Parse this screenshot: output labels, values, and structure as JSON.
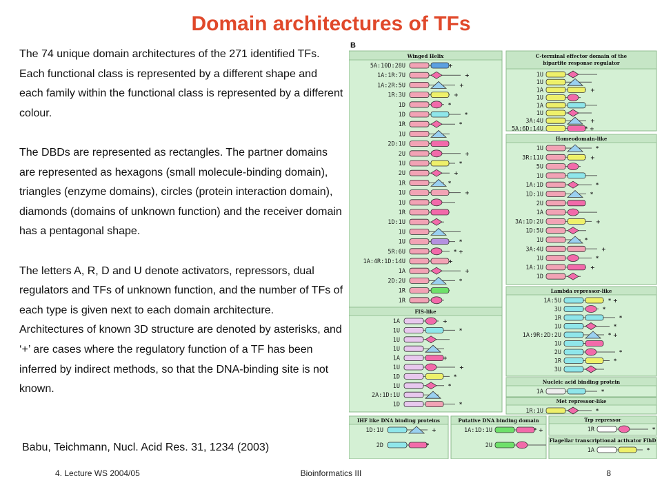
{
  "slide": {
    "title": "Domain architectures of TFs",
    "paragraphs": [
      "The 74 unique domain architectures of the 271 identified TFs. Each functional class is represented by a different shape and each family within the functional class is represented by a different colour.",
      "The DBDs are represented as rectangles. The partner domains are represented as hexagons (small molecule-binding domain), triangles (enzyme domains), circles (protein interaction domain), diamonds (domains of unknown function) and the receiver domain has a pentagonal shape.",
      "The letters A, R, D and U denote activators, repressors, dual regulators and TFs of unknown function, and the number of TFs of each type is given next to each domain architecture.",
      "Architectures of known 3D structure are denoted by asterisks, and ‘+’ are cases where the regulatory function of a TF has been inferred by indirect methods, so that the DNA-binding site is not known."
    ],
    "citation": "Babu, Teichmann, Nucl. Acid Res. 31, 1234 (2003)",
    "footer_left": "4. Lecture WS 2004/05",
    "footer_center": "Bioinformatics III",
    "page_number": "8"
  },
  "figure": {
    "panel_label": "B",
    "colors": {
      "panel_bg": "#d4f0d4",
      "header_bg": "#c6e6c6",
      "frame": "#8ab88a",
      "dbd": {
        "winged_helix": "#f2a3b5",
        "homeodomain": "#f2a3b5",
        "lambda": "#8fe6ea",
        "fis": "#e8c8ee",
        "ctd": "#eef06a",
        "nucleic": "#eeeeee",
        "met": "#eef06a",
        "ihf": "#8fe6ea",
        "putative": "#6ee06a",
        "trp": "#ffffff",
        "flhd": "#ffffff"
      },
      "hexagon": "#5ca0e0",
      "diamond": "#f26aaa",
      "triangle": "#9ad0f0",
      "circle": "#f26aaa"
    },
    "families": [
      {
        "title": "Winged Helix",
        "rows": [
          {
            "label": "5A:10D:28U",
            "mark": "+"
          },
          {
            "label": "1A:1R:7U",
            "mark": "+"
          },
          {
            "label": "1A:2R:5U",
            "mark": "+"
          },
          {
            "label": "1R:3U",
            "mark": "+"
          },
          {
            "label": "1D",
            "mark": "*"
          },
          {
            "label": "1D",
            "mark": "*"
          },
          {
            "label": "1R",
            "mark": "*"
          },
          {
            "label": "1U",
            "mark": ""
          },
          {
            "label": "2D:1U",
            "mark": ""
          },
          {
            "label": "2U",
            "mark": "+"
          },
          {
            "label": "1U",
            "mark": "*"
          },
          {
            "label": "2U",
            "mark": "+"
          },
          {
            "label": "1R",
            "mark": "*"
          },
          {
            "label": "1U",
            "mark": "+"
          },
          {
            "label": "1U",
            "mark": ""
          },
          {
            "label": "1R",
            "mark": ""
          },
          {
            "label": "1D:1U",
            "mark": ""
          },
          {
            "label": "1U",
            "mark": ""
          },
          {
            "label": "1U",
            "mark": "*"
          },
          {
            "label": "5R:6U",
            "mark": "* +"
          },
          {
            "label": "1A:4R:1D:14U",
            "mark": "+"
          },
          {
            "label": "1A",
            "mark": "+"
          },
          {
            "label": "2D:2U",
            "mark": "*"
          },
          {
            "label": "1R",
            "mark": ""
          },
          {
            "label": "1R",
            "mark": ""
          }
        ]
      },
      {
        "title": "C-terminal effector domain of the bipartite response regulator",
        "rows": [
          {
            "label": "1U",
            "mark": ""
          },
          {
            "label": "1U",
            "mark": ""
          },
          {
            "label": "1A",
            "mark": "+"
          },
          {
            "label": "1U",
            "mark": ""
          },
          {
            "label": "1A",
            "mark": ""
          },
          {
            "label": "1U",
            "mark": ""
          },
          {
            "label": "3A:4U",
            "mark": "+"
          },
          {
            "label": "5A:6D:14U",
            "mark": "* +"
          }
        ]
      },
      {
        "title": "Homeodomain-like",
        "rows": [
          {
            "label": "1U",
            "mark": "*"
          },
          {
            "label": "3R:11U",
            "mark": "+"
          },
          {
            "label": "5U",
            "mark": ""
          },
          {
            "label": "1U",
            "mark": ""
          },
          {
            "label": "1A:1D",
            "mark": "*"
          },
          {
            "label": "1D:1U",
            "mark": "*"
          },
          {
            "label": "2U",
            "mark": ""
          },
          {
            "label": "1A",
            "mark": ""
          },
          {
            "label": "3A:1D:2U",
            "mark": "+"
          },
          {
            "label": "1D:5U",
            "mark": ""
          },
          {
            "label": "1U",
            "mark": "*"
          },
          {
            "label": "3A:4U",
            "mark": "+"
          },
          {
            "label": "1U",
            "mark": "*"
          },
          {
            "label": "1A:1U",
            "mark": "+"
          },
          {
            "label": "1D",
            "mark": ""
          }
        ]
      },
      {
        "title": "Lambda repressor-like",
        "rows": [
          {
            "label": "1A:5U",
            "mark": "* +"
          },
          {
            "label": "3U",
            "mark": "*"
          },
          {
            "label": "1R",
            "mark": "*"
          },
          {
            "label": "1U",
            "mark": "*"
          },
          {
            "label": "1A:9R:2D:2U",
            "mark": "* +"
          },
          {
            "label": "1U",
            "mark": ""
          },
          {
            "label": "2U",
            "mark": "*"
          },
          {
            "label": "1R",
            "mark": "*"
          },
          {
            "label": "3U",
            "mark": ""
          }
        ]
      },
      {
        "title": "FIS-like",
        "rows": [
          {
            "label": "1A",
            "mark": "+"
          },
          {
            "label": "1U",
            "mark": "*"
          },
          {
            "label": "1U",
            "mark": ""
          },
          {
            "label": "1U",
            "mark": ""
          },
          {
            "label": "1A",
            "mark": "+"
          },
          {
            "label": "1U",
            "mark": "+"
          },
          {
            "label": "1D",
            "mark": "*"
          },
          {
            "label": "1U",
            "mark": "*"
          },
          {
            "label": "2A:1D:1U",
            "mark": ""
          },
          {
            "label": "1D",
            "mark": "*"
          }
        ]
      },
      {
        "title": "Nucleic acid binding protein",
        "rows": [
          {
            "label": "1A",
            "mark": "*"
          }
        ]
      },
      {
        "title": "Met repressor-like",
        "rows": [
          {
            "label": "1R:1U",
            "mark": "*"
          }
        ]
      },
      {
        "title": "IHF like DNA binding proteins",
        "rows": [
          {
            "label": "1D:1U",
            "mark": "+"
          },
          {
            "label": "2D",
            "mark": "*"
          }
        ]
      },
      {
        "title": "Putative DNA binding domain",
        "rows": [
          {
            "label": "1A:1D:1U",
            "mark": "* +"
          },
          {
            "label": "2U",
            "mark": "*"
          }
        ]
      },
      {
        "title": "Trp repressor",
        "rows": [
          {
            "label": "1R",
            "mark": "*"
          }
        ]
      },
      {
        "title": "Flagellar transcriptional activator FlhD",
        "rows": [
          {
            "label": "1A",
            "mark": "*"
          }
        ]
      }
    ]
  }
}
